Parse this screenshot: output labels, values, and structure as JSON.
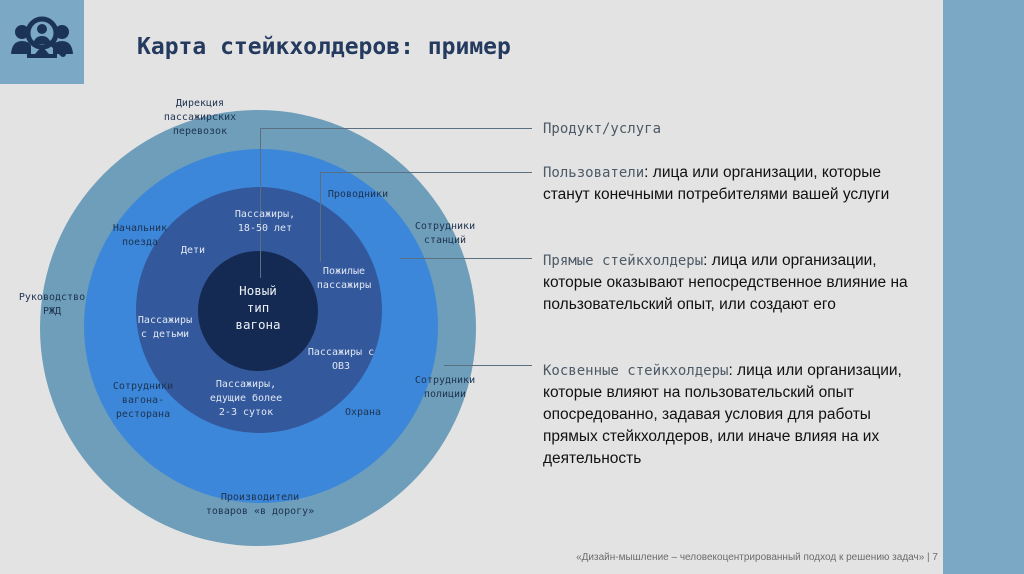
{
  "slide": {
    "title": "Карта стейкхолдеров: пример",
    "footer": "«Дизайн-мышление – человекоцентрированный подход к решению задач» | 7",
    "logo_icon": "people-search-icon",
    "colors": {
      "background": "#e3e3e3",
      "accent_band": "#7ba8c4",
      "title": "#243a5e",
      "ring_outer": "#6e9eb9",
      "ring_second": "#3c87d9",
      "ring_third": "#34589c",
      "ring_center": "#142a52"
    }
  },
  "diagram": {
    "center": "Новый\nтип\nвагона",
    "outer_ring": {
      "top": "Дирекция\nпассажирских\nперевозок",
      "left": "Руководство\nРЖД",
      "bottom": "Производители\nтоваров «в дорогу»"
    },
    "second_ring": {
      "train_chief": "Начальник\nпоезда",
      "station_staff": "Сотрудники\nстанций",
      "police_staff": "Сотрудники\nполиции",
      "restaurant_staff": "Сотрудники\nвагона-\nресторана",
      "conductors": "Проводники",
      "security": "Охрана"
    },
    "third_ring": {
      "passengers_18_50": "Пассажиры,\n18-50 лет",
      "children": "Дети",
      "elderly": "Пожилые\nпассажиры",
      "with_children": "Пассажиры\nс детьми",
      "disabled": "Пассажиры с\nОВЗ",
      "long_trip": "Пассажиры,\nедущие более\n2-3 суток"
    }
  },
  "legend": {
    "product": {
      "term": "Продукт/услуга"
    },
    "users": {
      "term": "Пользователи",
      "desc": ": лица или организации, которые станут конечными потребителями вашей услуги"
    },
    "direct": {
      "term": "Прямые стейкхолдеры",
      "desc": ": лица или организации, которые оказывают непосредственное влияние на пользовательский опыт, или создают его"
    },
    "indirect": {
      "term": "Косвенные стейкхолдеры",
      "desc": ": лица или организации, которые влияют на пользовательский опыт опосредованно, задавая условия для работы прямых стейкхолдеров, или иначе влияя на их деятельность"
    }
  }
}
